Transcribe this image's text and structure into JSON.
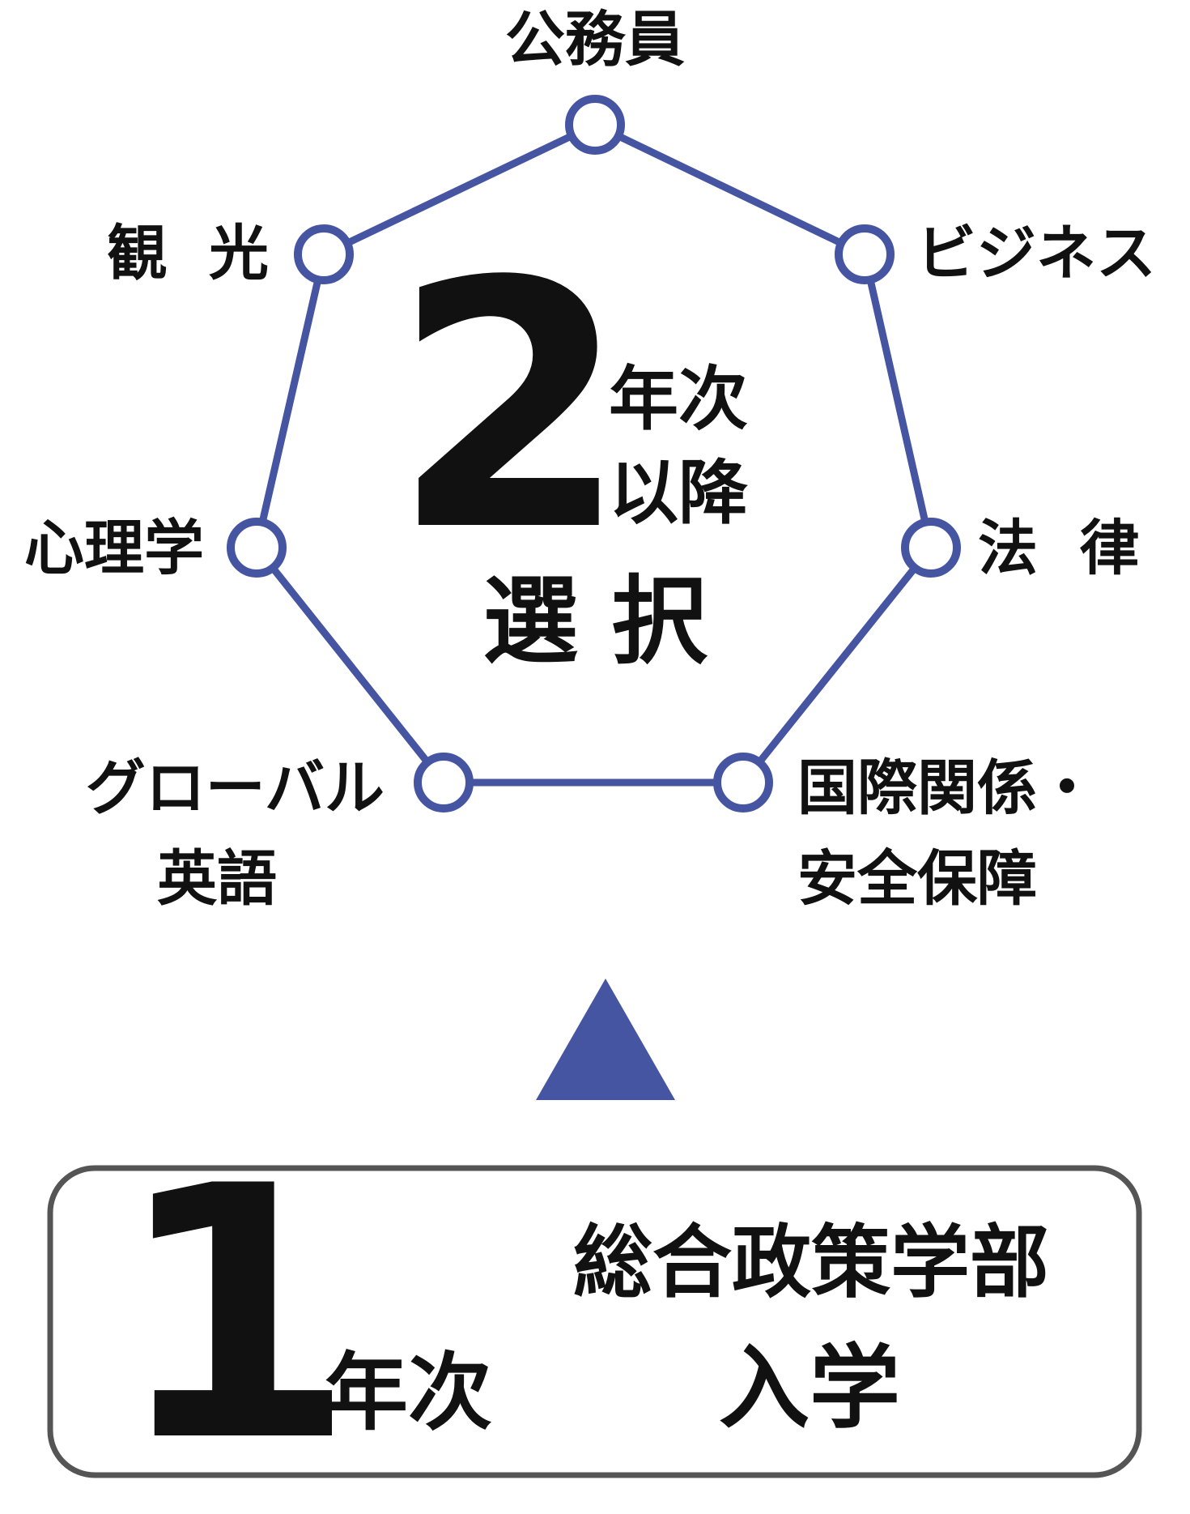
{
  "colors": {
    "network": "#4655A2",
    "node_fill": "#ffffff",
    "accent_year2": "#C84F69",
    "text": "#111111",
    "box_border": "#555555",
    "arrow": "#4655A2"
  },
  "year2": {
    "number": "2",
    "unit_line1": "年次",
    "unit_line2": "以降",
    "selection": "選 択"
  },
  "fields": {
    "koumuin": [
      "公務員"
    ],
    "business": [
      "ビジネス"
    ],
    "law": [
      "法  律"
    ],
    "intl": [
      "国際関係・",
      "安全保障"
    ],
    "global": [
      "グローバル",
      "英語"
    ],
    "psychology": [
      "心理学"
    ],
    "tourism": [
      "観  光"
    ]
  },
  "year1": {
    "number": "1",
    "unit": "年次",
    "faculty": "総合政策学部",
    "entry": "入学"
  }
}
